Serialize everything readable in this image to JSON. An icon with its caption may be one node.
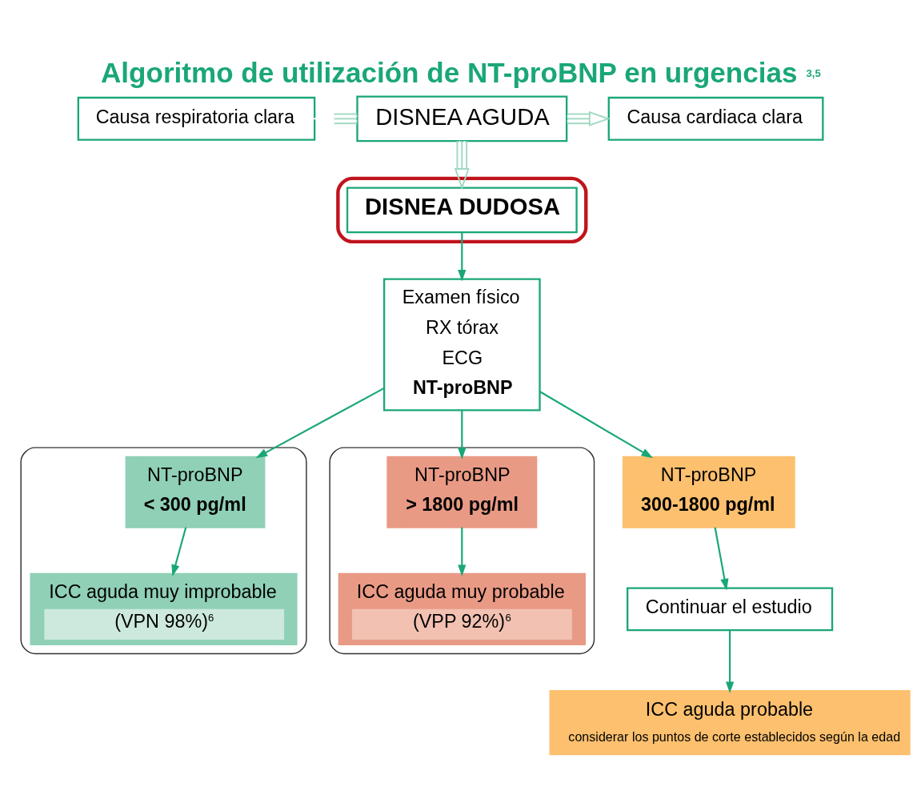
{
  "diagram": {
    "title": "Algoritmo de utilización de NT-proBNP en urgencias$^{3,5}$",
    "nodes": [
      {
        "text": [
          "Causa respiratoria clara"
        ]
      },
      {
        "text": [
          "DISNEA AGUDA"
        ]
      },
      {
        "text": [
          "Causa cardiaca clara"
        ]
      },
      {
        "text": [],
        "shape": "ellipse"
      },
      {
        "text": [
          "DISNEA DUDOSA"
        ],
        "in": 3
      },
      {
        "text": [
          "Examen físico",
          "RX tórax",
          "ECG",
          "NT-proBNP"
        ]
      },
      {
        "text": [],
        "shape": "ellipse"
      },
      {
        "text": [
          "NT-proBNP",
          "< 300 pg/ml"
        ],
        "in": 6
      },
      {
        "text": [
          "NT-proBNP",
          "300-1800 pg/ml"
        ]
      },
      {
        "text": [],
        "shape": "ellipse"
      },
      {
        "text": [
          "NT-proBNP",
          "> 1800 pg/ml"
        ],
        "in": 9
      },
      {
        "text": [
          "Continuar el estudio"
        ]
      },
      {
        "text": [
          "ICC aguda muy improbable",
          "(VPN 98%)$^{6}$"
        ],
        "in": 6
      },
      {
        "text": [
          "ICC aguda probable",
          "considerar los puntos de corte establecidos según la edad"
        ]
      },
      {
        "text": [
          "ICC aguda muy probable",
          "(VPP 92%)$^{6}$"
        ],
        "in": 9
      }
    ],
    "edges": [
      {
        "from": 1,
        "to": 0,
        "arrow": "to",
        "color": "#9fd9c0"
      },
      {
        "from": 1,
        "to": 2,
        "arrow": "to",
        "color": "#9fd9c0"
      },
      {
        "from": 1,
        "to": 4,
        "arrow": "to",
        "color": "#9fd9c0"
      },
      {
        "from": 4,
        "to": 5,
        "arrow": "to"
      },
      {
        "from": 5,
        "to": 7,
        "arrow": "to"
      },
      {
        "from": 5,
        "to": 8,
        "arrow": "to"
      },
      {
        "from": 5,
        "to": 10,
        "arrow": "to"
      },
      {
        "from": 7,
        "to": 12,
        "arrow": "to"
      },
      {
        "from": 8,
        "to": 11,
        "arrow": "to"
      },
      {
        "from": 11,
        "to": 13,
        "arrow": "to"
      },
      {
        "from": 10,
        "to": 14,
        "arrow": "to"
      }
    ]
  }
}
